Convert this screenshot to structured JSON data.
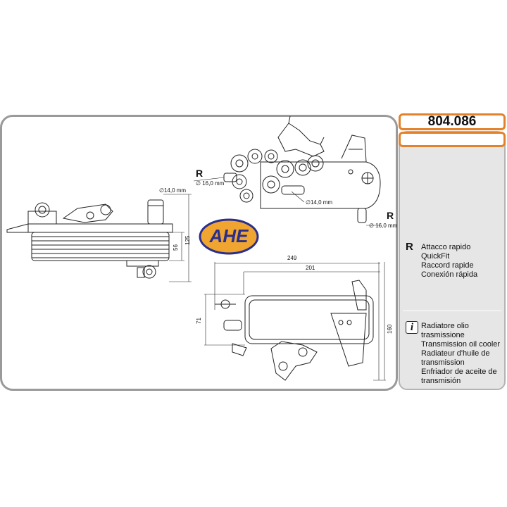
{
  "product": {
    "part_number": "804.086"
  },
  "logo": {
    "text": "AHE",
    "colors": {
      "fill": "#f0a530",
      "stroke": "#2a2e8c",
      "text": "#2a2e8c"
    }
  },
  "legend": {
    "code": "R",
    "lines": [
      "Attacco rapido",
      "QuickFit",
      "Raccord rapide",
      "Conexión rápida"
    ]
  },
  "description": {
    "icon": "info-icon",
    "lines": [
      "Radiatore olio trasmissione",
      "Transmission oil  cooler",
      "Radiateur d'huile de",
      "transmission",
      "Enfriador de aceite de",
      "transmisión"
    ]
  },
  "drawing": {
    "side_view": {
      "diameter": "∅14,0 mm",
      "dim_56": "56",
      "dim_125": "125"
    },
    "top_view": {
      "r_label_1": "R",
      "diameter_1": "∅ 16,0 mm",
      "diameter_2": "∅14,0 mm",
      "r_label_2": "R",
      "diameter_3": "∅ 16,0 mm"
    },
    "front_view": {
      "dim_249": "249",
      "dim_201": "201",
      "dim_71": "71",
      "dim_160": "160"
    }
  },
  "colors": {
    "accent_orange": "#e3822b",
    "panel_gray": "#e6e6e6",
    "border_gray": "#9a9a9a"
  }
}
